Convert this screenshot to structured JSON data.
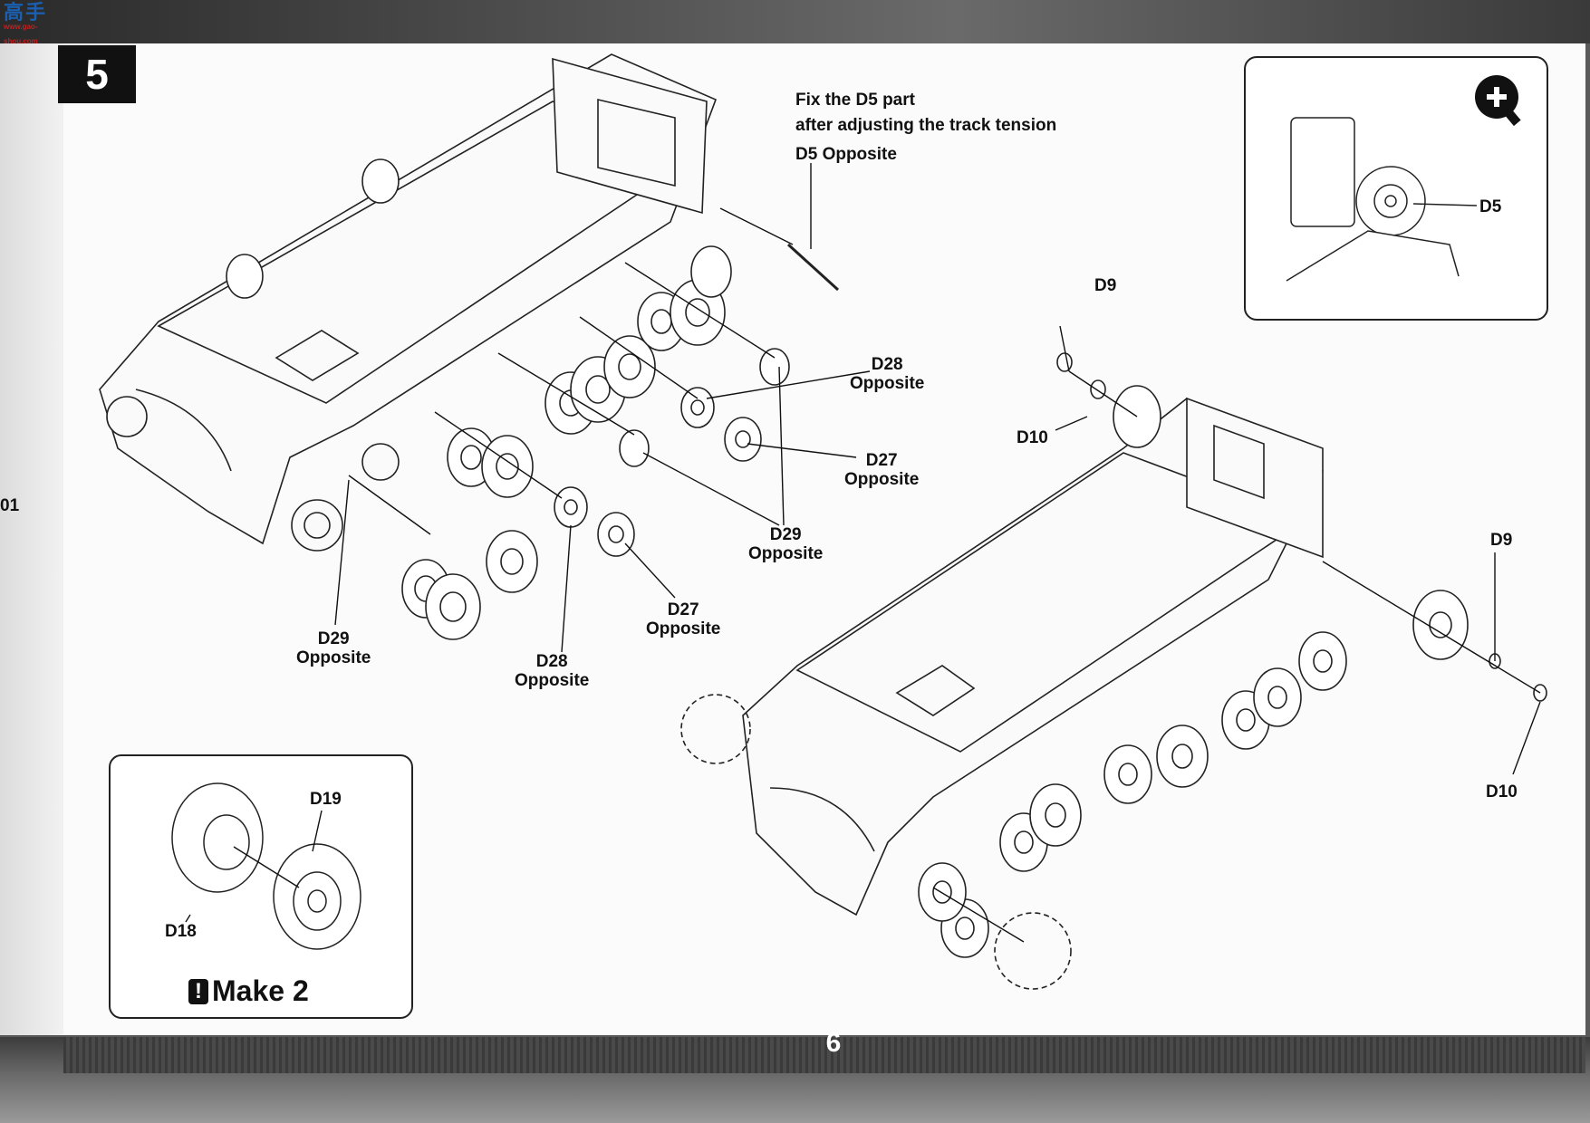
{
  "header": {
    "logo_text": "高手",
    "logo_sub": "www.gao-shou.com",
    "step_number": "5"
  },
  "note": {
    "line1": "Fix the D5 part",
    "line2": "after adjusting the track tension",
    "line3": "D5 Opposite"
  },
  "labels": {
    "d28_opp_top": [
      "D28",
      "Opposite"
    ],
    "d27_opp_top": [
      "D27",
      "Opposite"
    ],
    "d29_opp_mid": [
      "D29",
      "Opposite"
    ],
    "d27_opp_low": [
      "D27",
      "Opposite"
    ],
    "d28_opp_low": [
      "D28",
      "Opposite"
    ],
    "d29_opp_low": [
      "D29",
      "Opposite"
    ],
    "d9_top": "D9",
    "d10_top": "D10",
    "d9_right": "D9",
    "d10_right": "D10",
    "d5": "D5",
    "d19": "D19",
    "d18": "D18",
    "left_edge_partial": "01"
  },
  "inset_make2": {
    "make_label": "Make 2",
    "warn_glyph": "!"
  },
  "footer": {
    "page_number": "6"
  },
  "icons": {
    "zoom": "zoom-in-icon"
  }
}
